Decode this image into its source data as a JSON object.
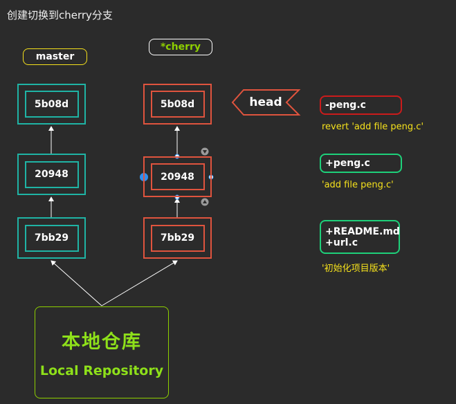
{
  "title": "创建切换到cherry分支",
  "branches": {
    "master": "master",
    "cherry": "*cherry"
  },
  "master_commits": [
    "5b08d",
    "20948",
    "7bb29"
  ],
  "cherry_commits": [
    "5b08d",
    "20948",
    "7bb29"
  ],
  "head": "head",
  "changes": [
    {
      "lines": [
        "-peng.c"
      ],
      "desc": "revert 'add file peng.c'",
      "color": "#cc1b1b"
    },
    {
      "lines": [
        "+peng.c"
      ],
      "desc": "'add file peng.c'",
      "color": "#1ed17a"
    },
    {
      "lines": [
        "+README.md",
        "+url.c"
      ],
      "desc": "'初始化项目版本'",
      "color": "#1ed17a"
    }
  ],
  "repo": {
    "cn": "本地仓库",
    "en": "Local Repository"
  },
  "colors": {
    "master": "#1fb4a5",
    "cherry": "#e0543e",
    "head": "#e0543e",
    "repo": "#8ed000",
    "label_text_master": "#f5e11c",
    "label_text_cherry": "#8ed000"
  }
}
